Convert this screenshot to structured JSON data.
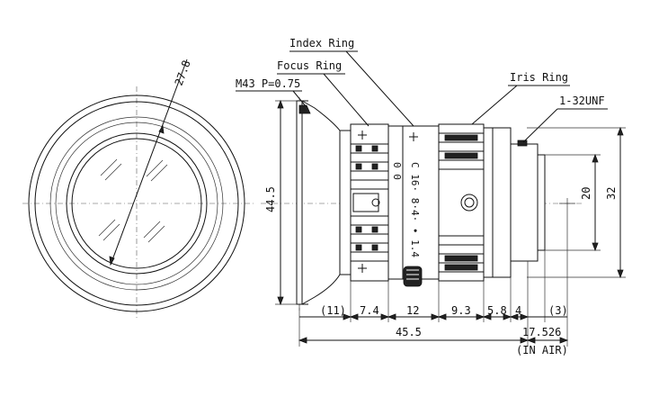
{
  "labels": {
    "index_ring": "Index Ring",
    "focus_ring": "Focus Ring",
    "mount_thread": "M43 P=0.75",
    "iris_ring": "Iris Ring",
    "c_thread": "1-32UNF"
  },
  "dimensions": {
    "front_diameter": "27.8",
    "body_diameter": "44.5",
    "image_circle": "20",
    "mount_diameter": "32",
    "seg_front": "(11)",
    "seg_focus": "7.4",
    "seg_mid": "12",
    "seg_iris": "9.3",
    "seg_rear": "5.8",
    "seg_mount": "4",
    "seg_back": "(3)",
    "total_length": "45.5",
    "flange_back": "17.526",
    "flange_note": "(IN AIR)"
  },
  "engraving": {
    "barrel_text": "C 16· 8·4· • 1.4",
    "marks": "0 0"
  }
}
